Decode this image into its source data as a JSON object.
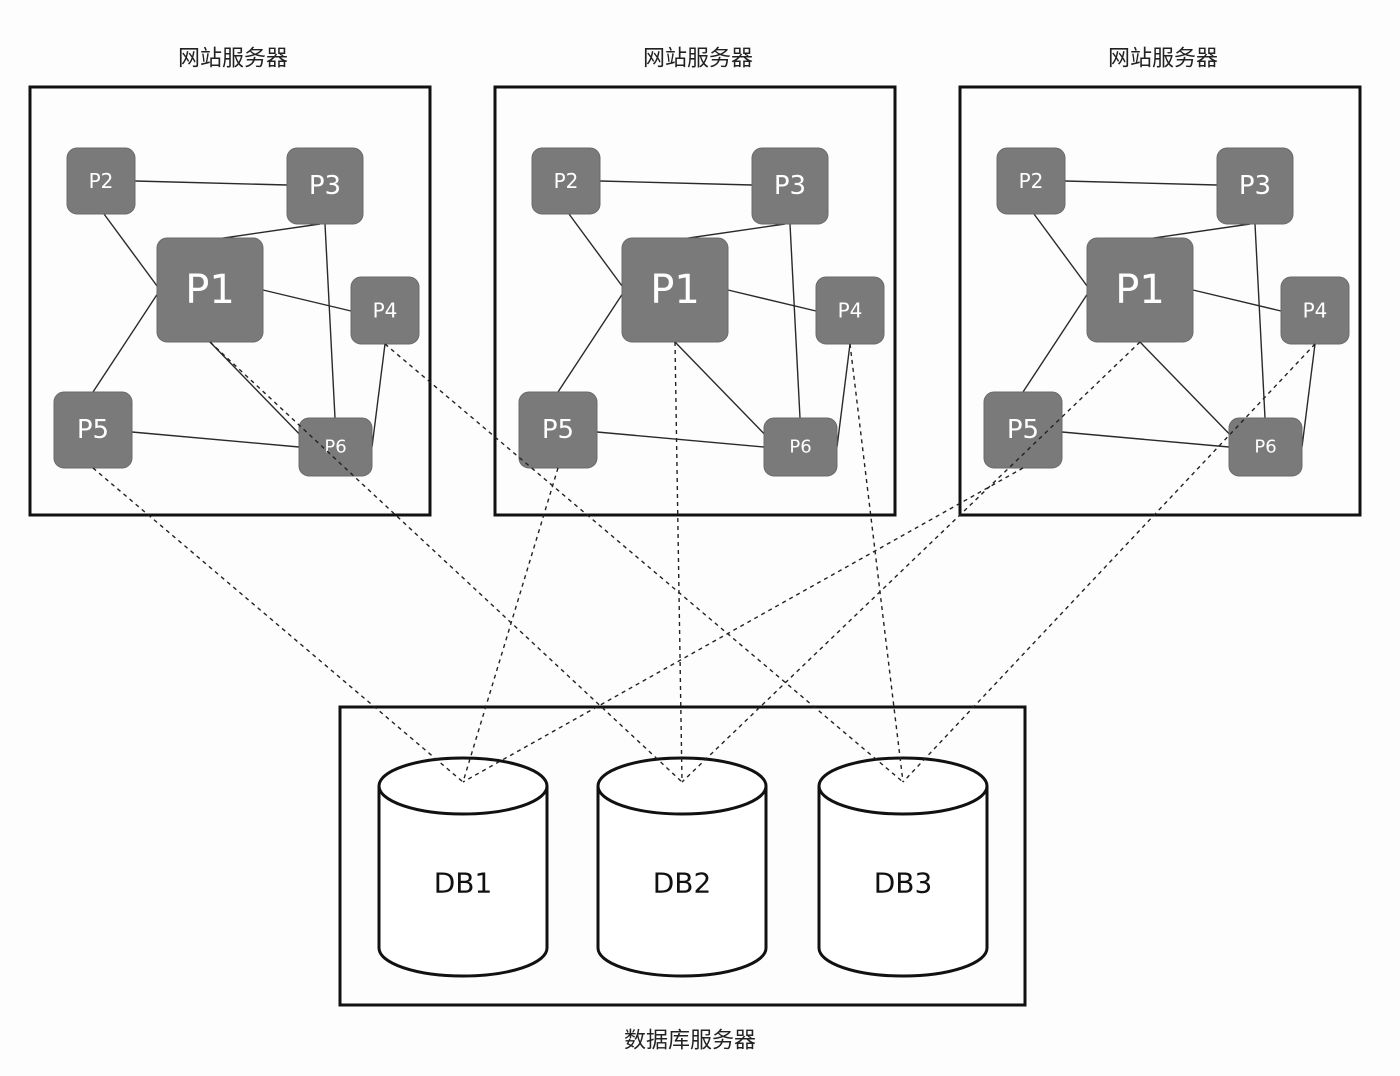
{
  "web_servers": [
    {
      "title": "网站服务器",
      "nodes": [
        {
          "id": "P1",
          "label": "P1"
        },
        {
          "id": "P2",
          "label": "P2"
        },
        {
          "id": "P3",
          "label": "P3"
        },
        {
          "id": "P4",
          "label": "P4"
        },
        {
          "id": "P5",
          "label": "P5"
        },
        {
          "id": "P6",
          "label": "P6"
        }
      ]
    },
    {
      "title": "网站服务器",
      "nodes": [
        {
          "id": "P1",
          "label": "P1"
        },
        {
          "id": "P2",
          "label": "P2"
        },
        {
          "id": "P3",
          "label": "P3"
        },
        {
          "id": "P4",
          "label": "P4"
        },
        {
          "id": "P5",
          "label": "P5"
        },
        {
          "id": "P6",
          "label": "P6"
        }
      ]
    },
    {
      "title": "网站服务器",
      "nodes": [
        {
          "id": "P1",
          "label": "P1"
        },
        {
          "id": "P2",
          "label": "P2"
        },
        {
          "id": "P3",
          "label": "P3"
        },
        {
          "id": "P4",
          "label": "P4"
        },
        {
          "id": "P5",
          "label": "P5"
        },
        {
          "id": "P6",
          "label": "P6"
        }
      ]
    }
  ],
  "db_server": {
    "title": "数据库服务器",
    "databases": [
      {
        "id": "DB1",
        "label": "DB1"
      },
      {
        "id": "DB2",
        "label": "DB2"
      },
      {
        "id": "DB3",
        "label": "DB3"
      }
    ]
  },
  "edges": [
    [
      "P2",
      "P3"
    ],
    [
      "P2",
      "P1"
    ],
    [
      "P1",
      "P3"
    ],
    [
      "P1",
      "P4"
    ],
    [
      "P1",
      "P5"
    ],
    [
      "P1",
      "P6"
    ],
    [
      "P3",
      "P6"
    ],
    [
      "P4",
      "P6"
    ],
    [
      "P5",
      "P6"
    ]
  ],
  "db_links": [
    {
      "server": 0,
      "node": "P5",
      "db": "DB1"
    },
    {
      "server": 0,
      "node": "P1",
      "db": "DB2"
    },
    {
      "server": 0,
      "node": "P4",
      "db": "DB3"
    },
    {
      "server": 1,
      "node": "P5",
      "db": "DB1"
    },
    {
      "server": 1,
      "node": "P1",
      "db": "DB2"
    },
    {
      "server": 1,
      "node": "P4",
      "db": "DB3"
    },
    {
      "server": 2,
      "node": "P5",
      "db": "DB1"
    },
    {
      "server": 2,
      "node": "P1",
      "db": "DB2"
    },
    {
      "server": 2,
      "node": "P4",
      "db": "DB3"
    }
  ]
}
